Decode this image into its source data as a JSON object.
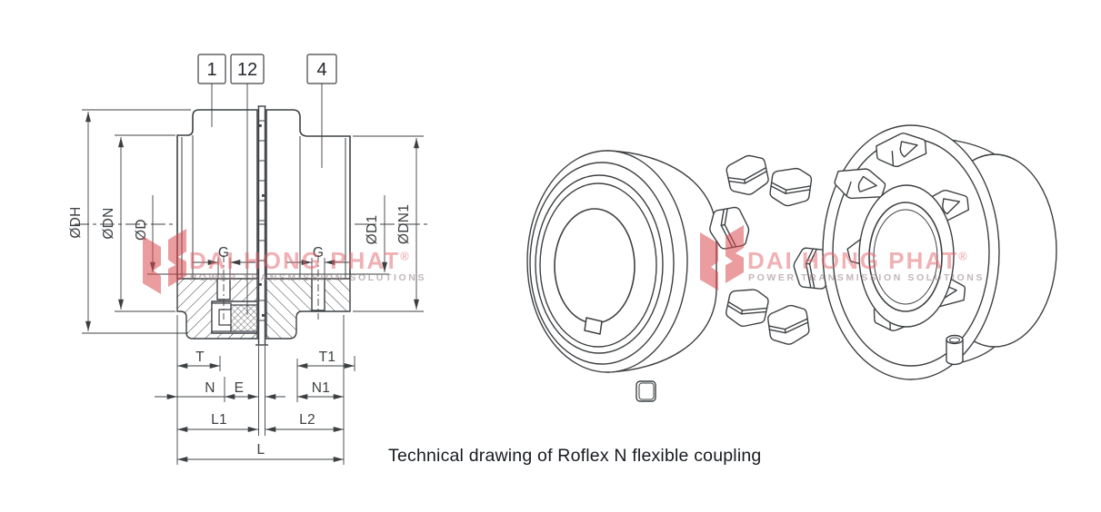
{
  "caption": "Technical drawing of Roflex N flexible coupling",
  "watermark": {
    "brand": "DAI HONG PHAT",
    "registered": "®",
    "tagline": "POWER TRANSMISSION SOLUTIONS"
  },
  "cross_section": {
    "callouts": {
      "hub1": "1",
      "element": "12",
      "hub2": "4"
    },
    "dims": {
      "dh": "ØDH",
      "dn": "ØDN",
      "d": "ØD",
      "d1": "ØD1",
      "dn1": "ØDN1",
      "g_left": "G",
      "g_right": "G",
      "t": "T",
      "t1": "T1",
      "n": "N",
      "e": "E",
      "n1": "N1",
      "l1": "L1",
      "l2": "L2",
      "l": "L"
    }
  },
  "colors": {
    "line": "#3d4043",
    "watermark_red": "#dd5158",
    "caption": "#171a1f",
    "background": "#ffffff"
  }
}
